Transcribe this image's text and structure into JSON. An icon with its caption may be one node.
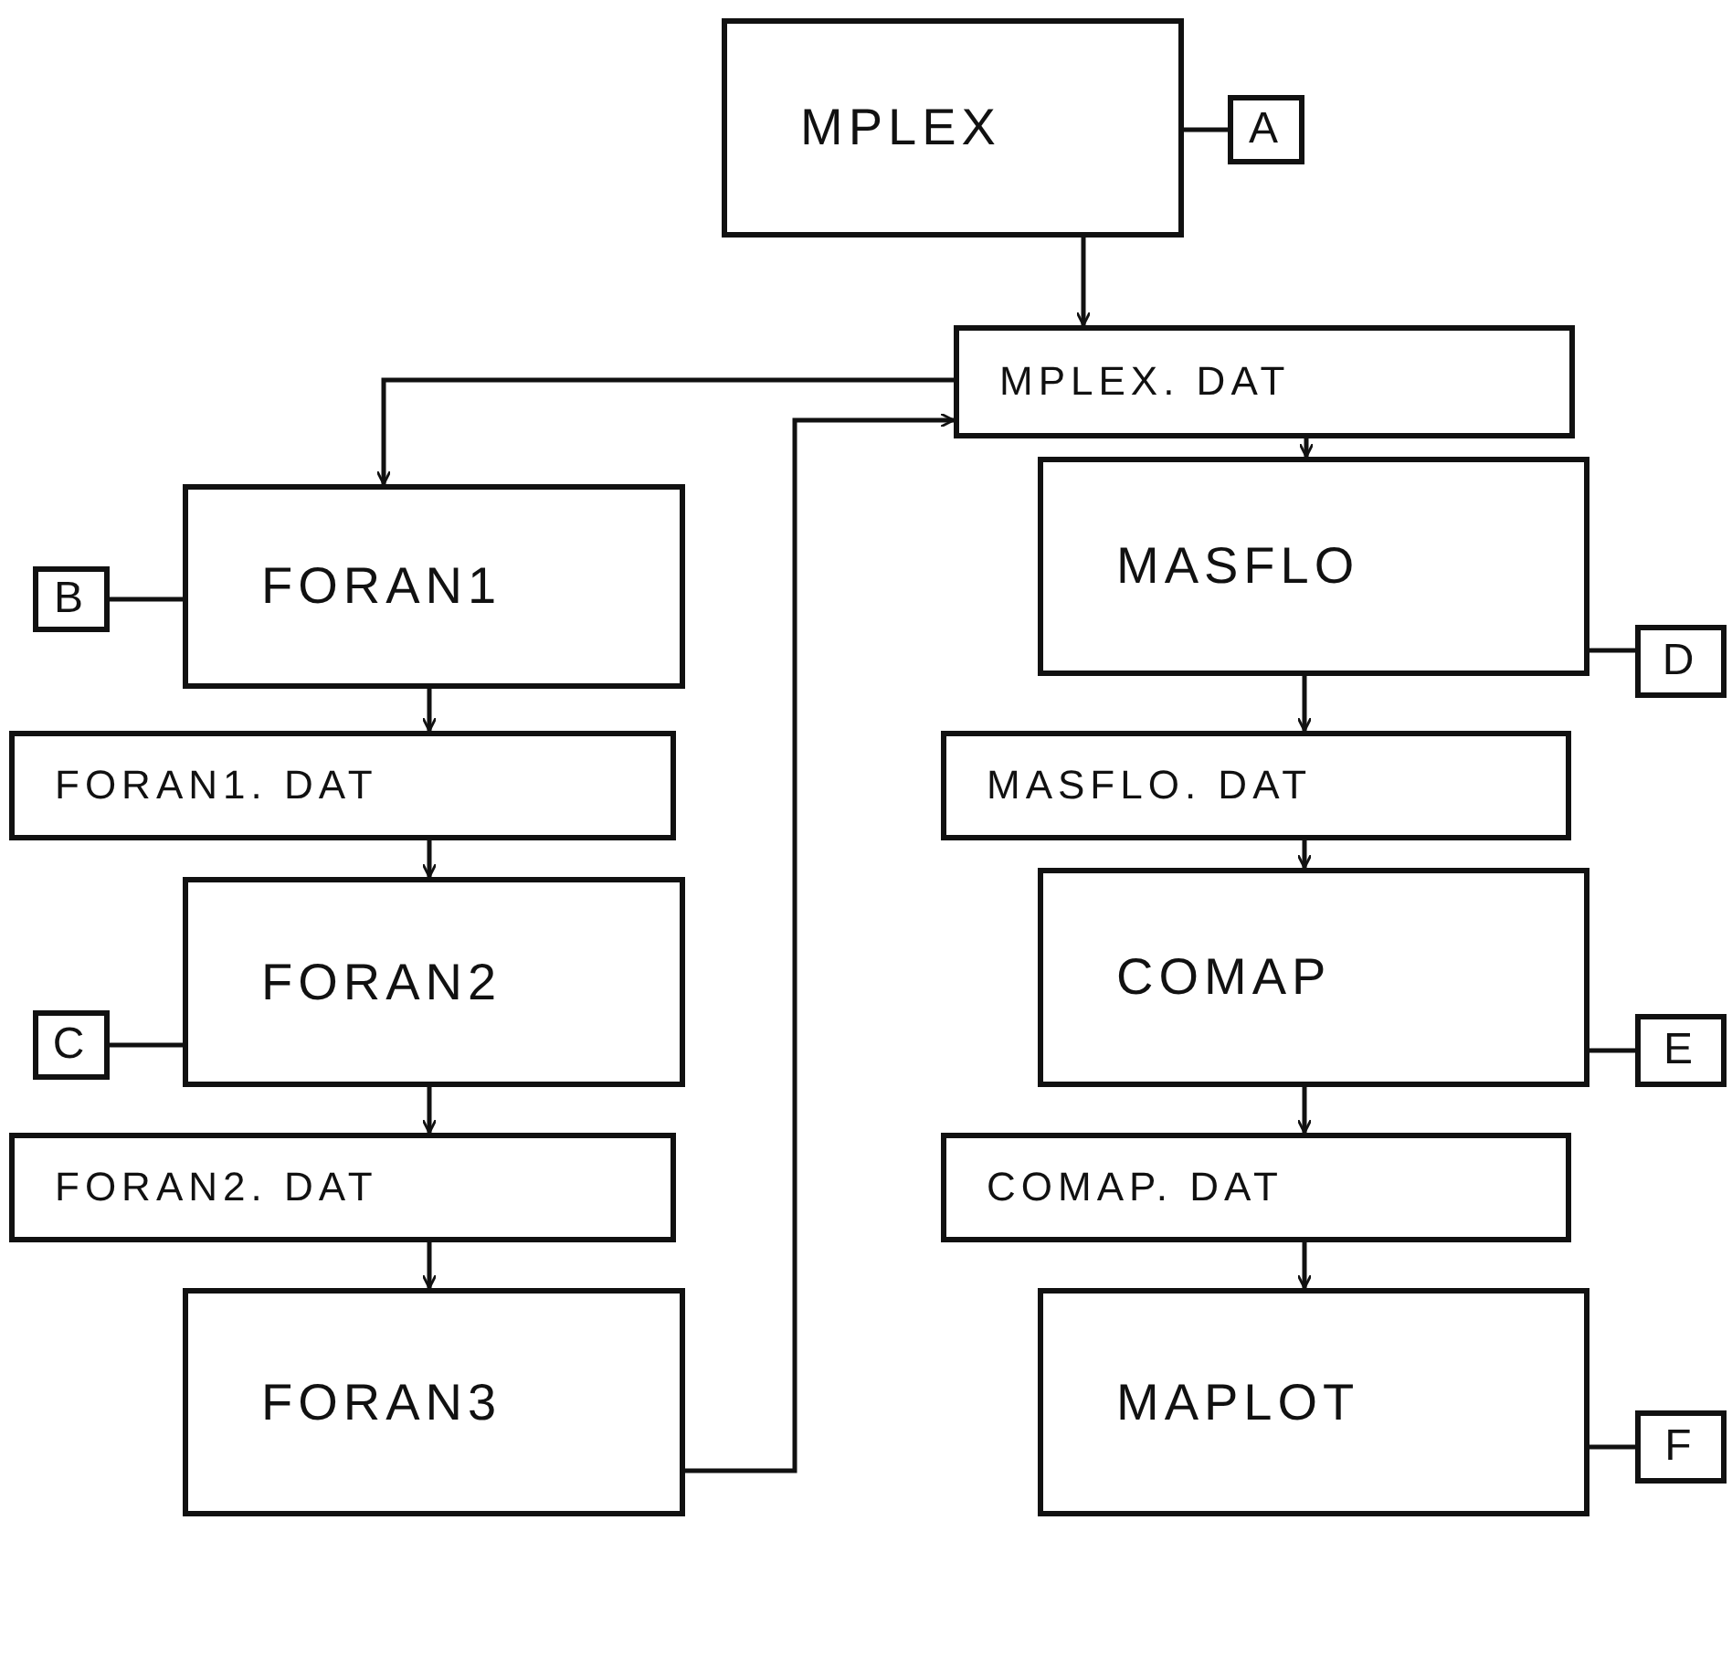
{
  "diagram": {
    "nodes": [
      {
        "text": [
          "MPLEX"
        ]
      },
      {
        "text": [
          "A"
        ]
      },
      {
        "text": [
          "MPLEX. DAT"
        ]
      },
      {
        "text": [
          "FORAN1"
        ]
      },
      {
        "text": [
          "B"
        ]
      },
      {
        "text": [
          "FORAN1. DAT"
        ]
      },
      {
        "text": [
          "FORAN2"
        ]
      },
      {
        "text": [
          "C"
        ]
      },
      {
        "text": [
          "FORAN2. DAT"
        ]
      },
      {
        "text": [
          "FORAN3"
        ]
      },
      {
        "text": [
          "MASFLO"
        ]
      },
      {
        "text": [
          "D"
        ]
      },
      {
        "text": [
          "MASFLO. DAT"
        ]
      },
      {
        "text": [
          "COMAP"
        ]
      },
      {
        "text": [
          "E"
        ]
      },
      {
        "text": [
          "COMAP. DAT"
        ]
      },
      {
        "text": [
          "MAPLOT"
        ]
      },
      {
        "text": [
          "F"
        ]
      }
    ],
    "edges": [
      {
        "from": 0,
        "to": 1,
        "arrow": "none"
      },
      {
        "from": 0,
        "to": 2,
        "arrow": "to"
      },
      {
        "from": 2,
        "to": 3,
        "arrow": "to"
      },
      {
        "from": 9,
        "to": 2,
        "arrow": "to"
      },
      {
        "from": 4,
        "to": 3,
        "arrow": "none"
      },
      {
        "from": 3,
        "to": 5,
        "arrow": "to"
      },
      {
        "from": 5,
        "to": 6,
        "arrow": "to"
      },
      {
        "from": 7,
        "to": 6,
        "arrow": "none"
      },
      {
        "from": 6,
        "to": 8,
        "arrow": "to"
      },
      {
        "from": 8,
        "to": 9,
        "arrow": "to"
      },
      {
        "from": 2,
        "to": 10,
        "arrow": "to"
      },
      {
        "from": 10,
        "to": 11,
        "arrow": "none"
      },
      {
        "from": 10,
        "to": 12,
        "arrow": "to"
      },
      {
        "from": 12,
        "to": 13,
        "arrow": "to"
      },
      {
        "from": 13,
        "to": 14,
        "arrow": "none"
      },
      {
        "from": 13,
        "to": 15,
        "arrow": "to"
      },
      {
        "from": 15,
        "to": 16,
        "arrow": "to"
      },
      {
        "from": 16,
        "to": 17,
        "arrow": "none"
      }
    ]
  }
}
